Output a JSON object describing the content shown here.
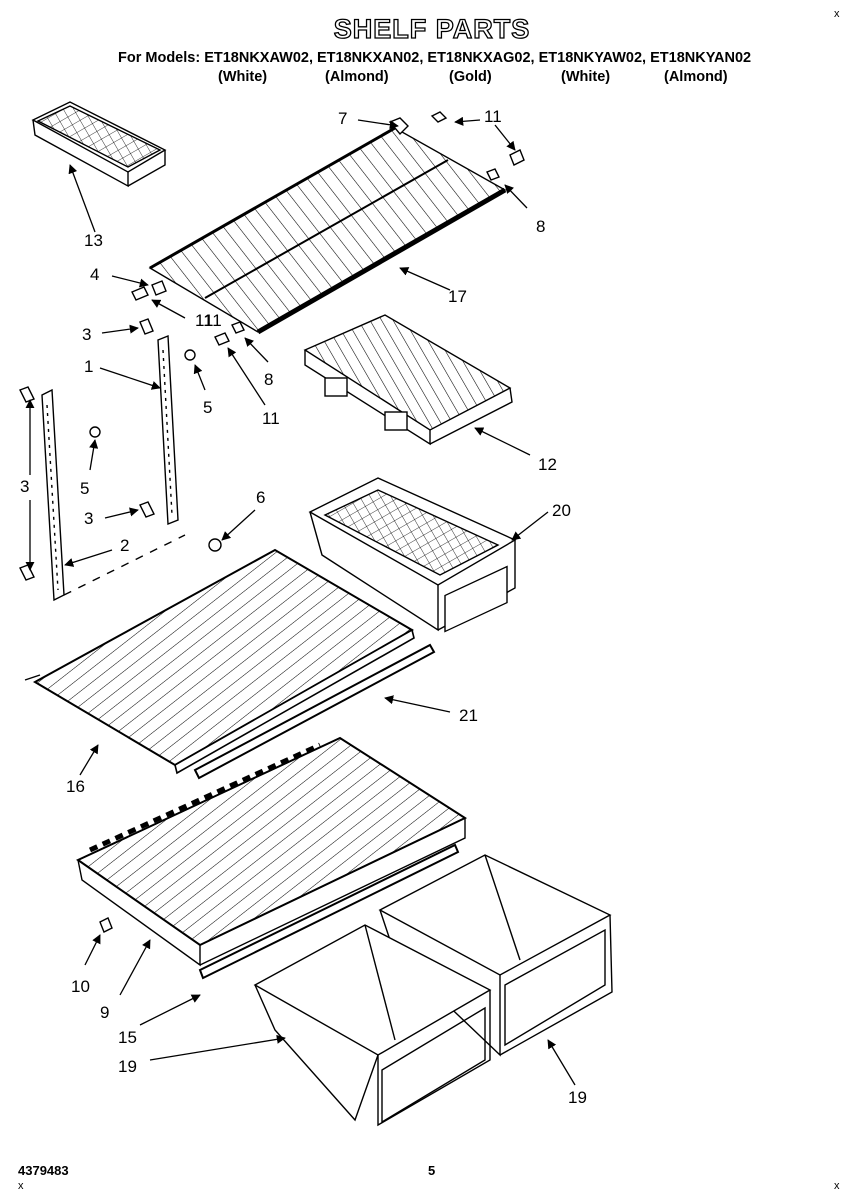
{
  "header": {
    "title": "SHELF PARTS",
    "models": "For Models: ET18NKXAW02, ET18NKXAN02, ET18NKXAG02, ET18NKYAW02, ET18NKYAN02",
    "colors": [
      "(White)",
      "(Almond)",
      "(Gold)",
      "(White)",
      "(Almond)"
    ]
  },
  "callouts": [
    "7",
    "11",
    "11",
    "8",
    "13",
    "4",
    "17",
    "11",
    "3",
    "8",
    "1",
    "5",
    "11",
    "12",
    "3",
    "5",
    "6",
    "3",
    "20",
    "2",
    "21",
    "16",
    "10",
    "9",
    "15",
    "19",
    "19"
  ],
  "footer": {
    "part_number": "4379483",
    "page_number": "5"
  },
  "corner_marks": [
    "x",
    "x",
    "x"
  ]
}
